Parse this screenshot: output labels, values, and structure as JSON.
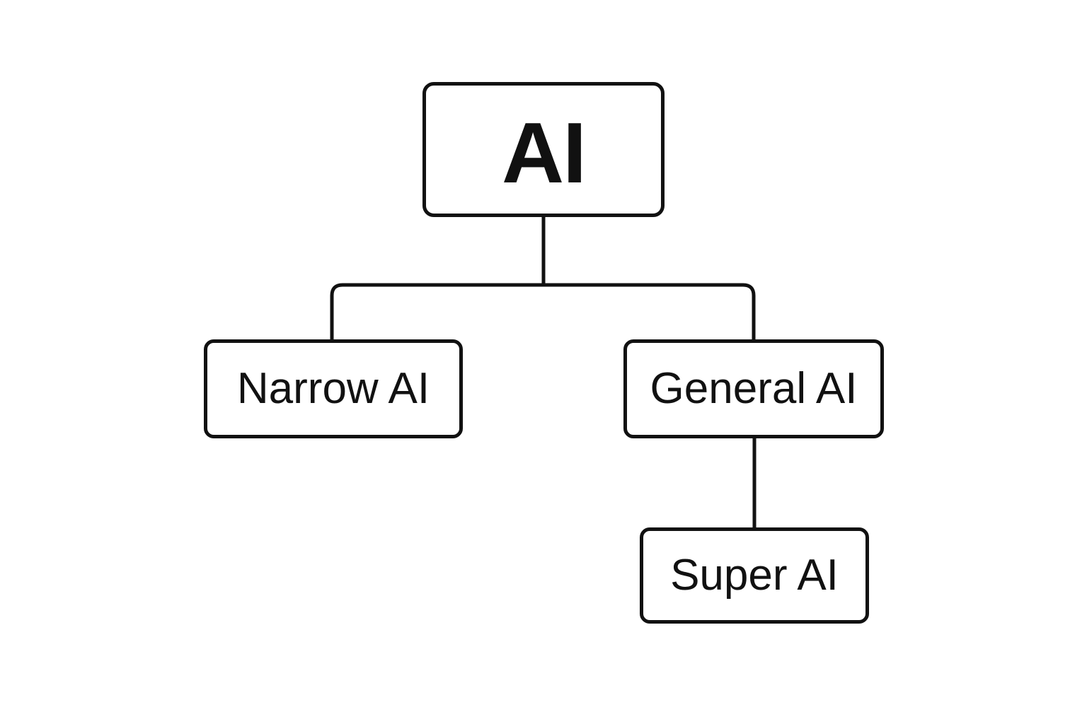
{
  "diagram": {
    "nodes": {
      "root": {
        "label": "AI"
      },
      "narrow": {
        "label": "Narrow AI"
      },
      "general": {
        "label": "General AI"
      },
      "super": {
        "label": "Super AI"
      }
    },
    "edges": [
      {
        "from": "root",
        "to": "narrow"
      },
      {
        "from": "root",
        "to": "general"
      },
      {
        "from": "general",
        "to": "super"
      }
    ],
    "colors": {
      "stroke": "#111111",
      "background": "#ffffff"
    }
  }
}
